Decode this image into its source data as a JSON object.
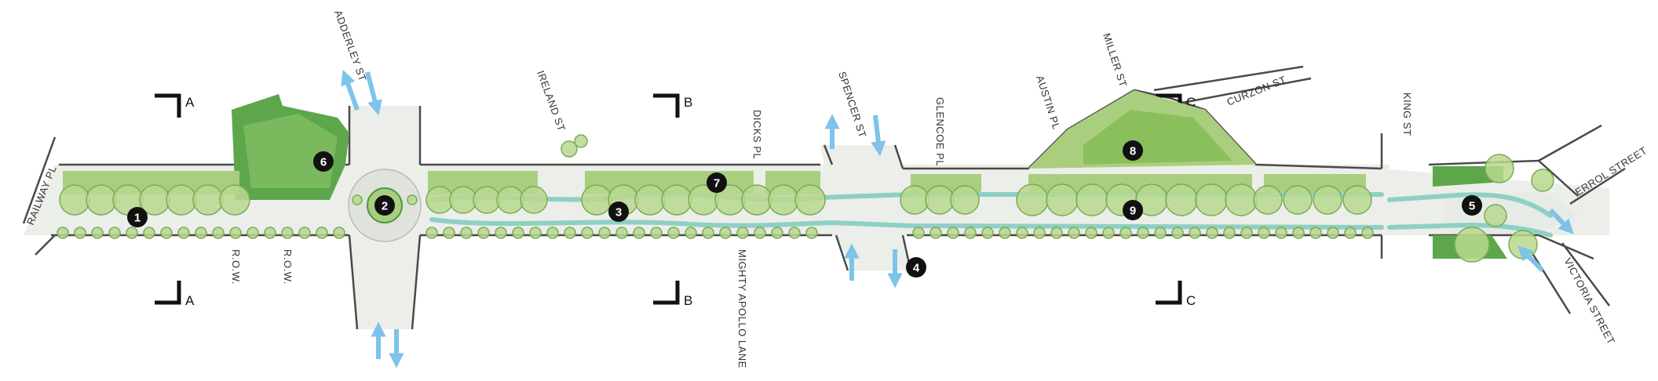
{
  "colors": {
    "road": "#eceeea",
    "curb": "#4a4a4a",
    "green_light": "#a9cf7e",
    "green_mid": "#8bbf5c",
    "green_dark": "#4f9642",
    "tree_canopy": "#b8d88e",
    "tree_outline": "#7aab55",
    "teal_path": "#8ed0c4",
    "arrow": "#7ec3ea",
    "marker": "#111111",
    "label": "#333333"
  },
  "streets": {
    "railway_pl": "RAILWAY PL",
    "adderley_st": "ADDERLEY ST",
    "ireland_st": "IRELAND ST",
    "dicks_pl": "DICKS PL",
    "spencer_st": "SPENCER ST",
    "glencoe_pl": "GLENCOE PL",
    "austin_pl": "AUSTIN PL",
    "miller_st": "MILLER ST",
    "curzon_st": "CURZON ST",
    "king_st": "KING ST",
    "errol_street": "ERROL STREET",
    "victoria_street": "VICTORIA STREET",
    "mighty_apollo_lane": "MIGHTY APOLLO LANE",
    "row_1": "R.O.W.",
    "row_2": "R.O.W."
  },
  "sections": {
    "a_top": "A",
    "a_bottom": "A",
    "b_top": "B",
    "b_bottom": "B",
    "c_top": "C",
    "c_bottom": "C"
  },
  "markers": {
    "m1": "1",
    "m2": "2",
    "m3": "3",
    "m4": "4",
    "m5": "5",
    "m6": "6",
    "m7": "7",
    "m8": "8",
    "m9": "9"
  },
  "icons": {
    "traffic_arrow": "arrow-icon",
    "section_cut": "section-cut-icon",
    "callout": "callout-marker-icon"
  }
}
